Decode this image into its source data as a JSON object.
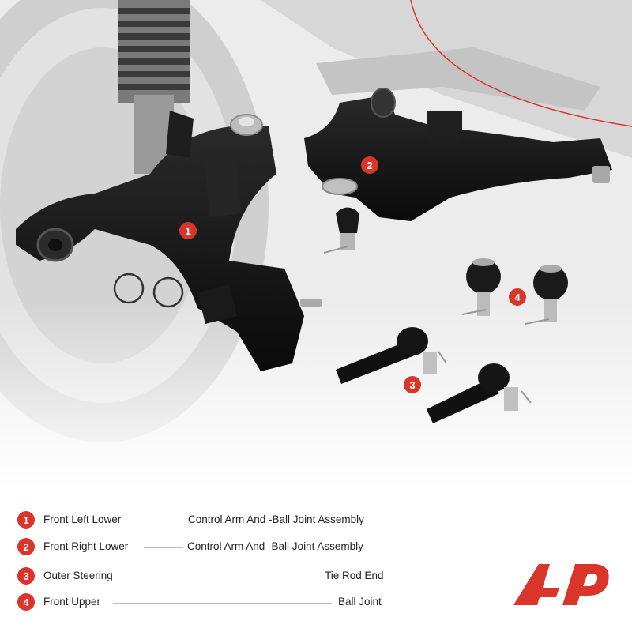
{
  "callouts": [
    "1",
    "2",
    "3",
    "4"
  ],
  "legend": [
    {
      "num": "1",
      "name": "Front Left Lower",
      "part": "Control Arm And -Ball Joint Assembly"
    },
    {
      "num": "2",
      "name": "Front Right Lower",
      "part": "Control Arm And -Ball Joint Assembly"
    },
    {
      "num": "3",
      "name": "Outer Steering",
      "part": "Tie Rod End"
    },
    {
      "num": "4",
      "name": "Front Upper",
      "part": "Ball Joint"
    }
  ],
  "colors": {
    "accent": "#d9352b",
    "arm": "#141414",
    "metal": "#c8c8c8",
    "background_gray": "#e6e6e6"
  }
}
